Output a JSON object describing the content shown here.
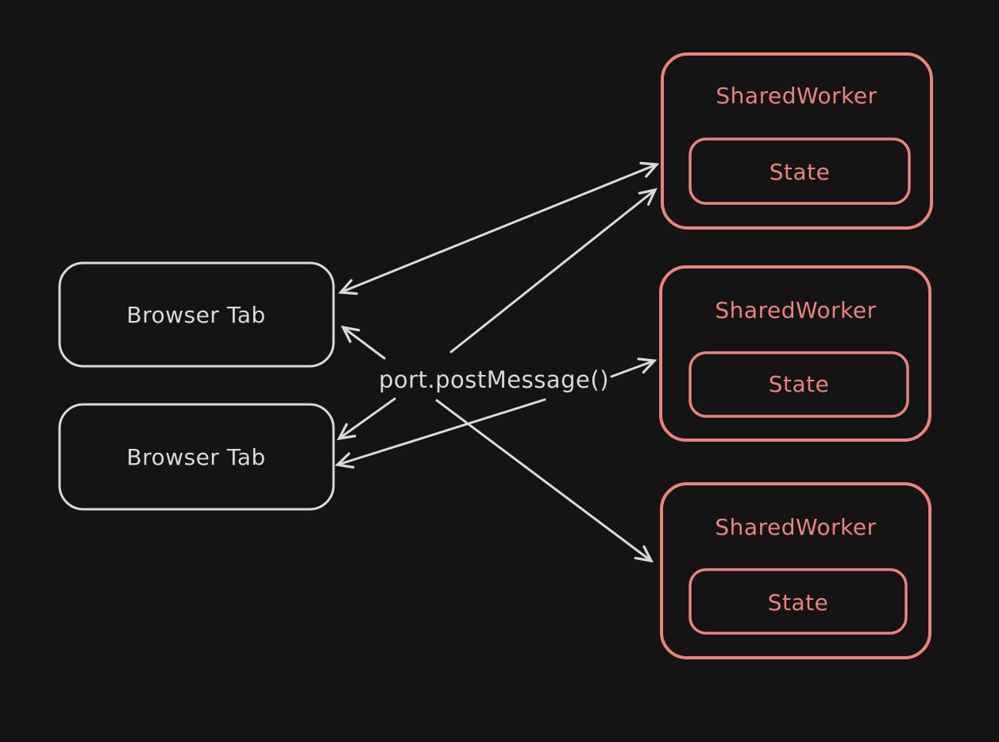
{
  "canvas": {
    "background": "#141414",
    "colors": {
      "light": "#d9d9d9",
      "accent": "#ea837d"
    },
    "center_label": "port.postMessage()",
    "browser_tabs": [
      {
        "label": "Browser Tab"
      },
      {
        "label": "Browser Tab"
      }
    ],
    "shared_workers": [
      {
        "label": "SharedWorker",
        "state": "State"
      },
      {
        "label": "SharedWorker",
        "state": "State"
      },
      {
        "label": "SharedWorker",
        "state": "State"
      }
    ]
  }
}
